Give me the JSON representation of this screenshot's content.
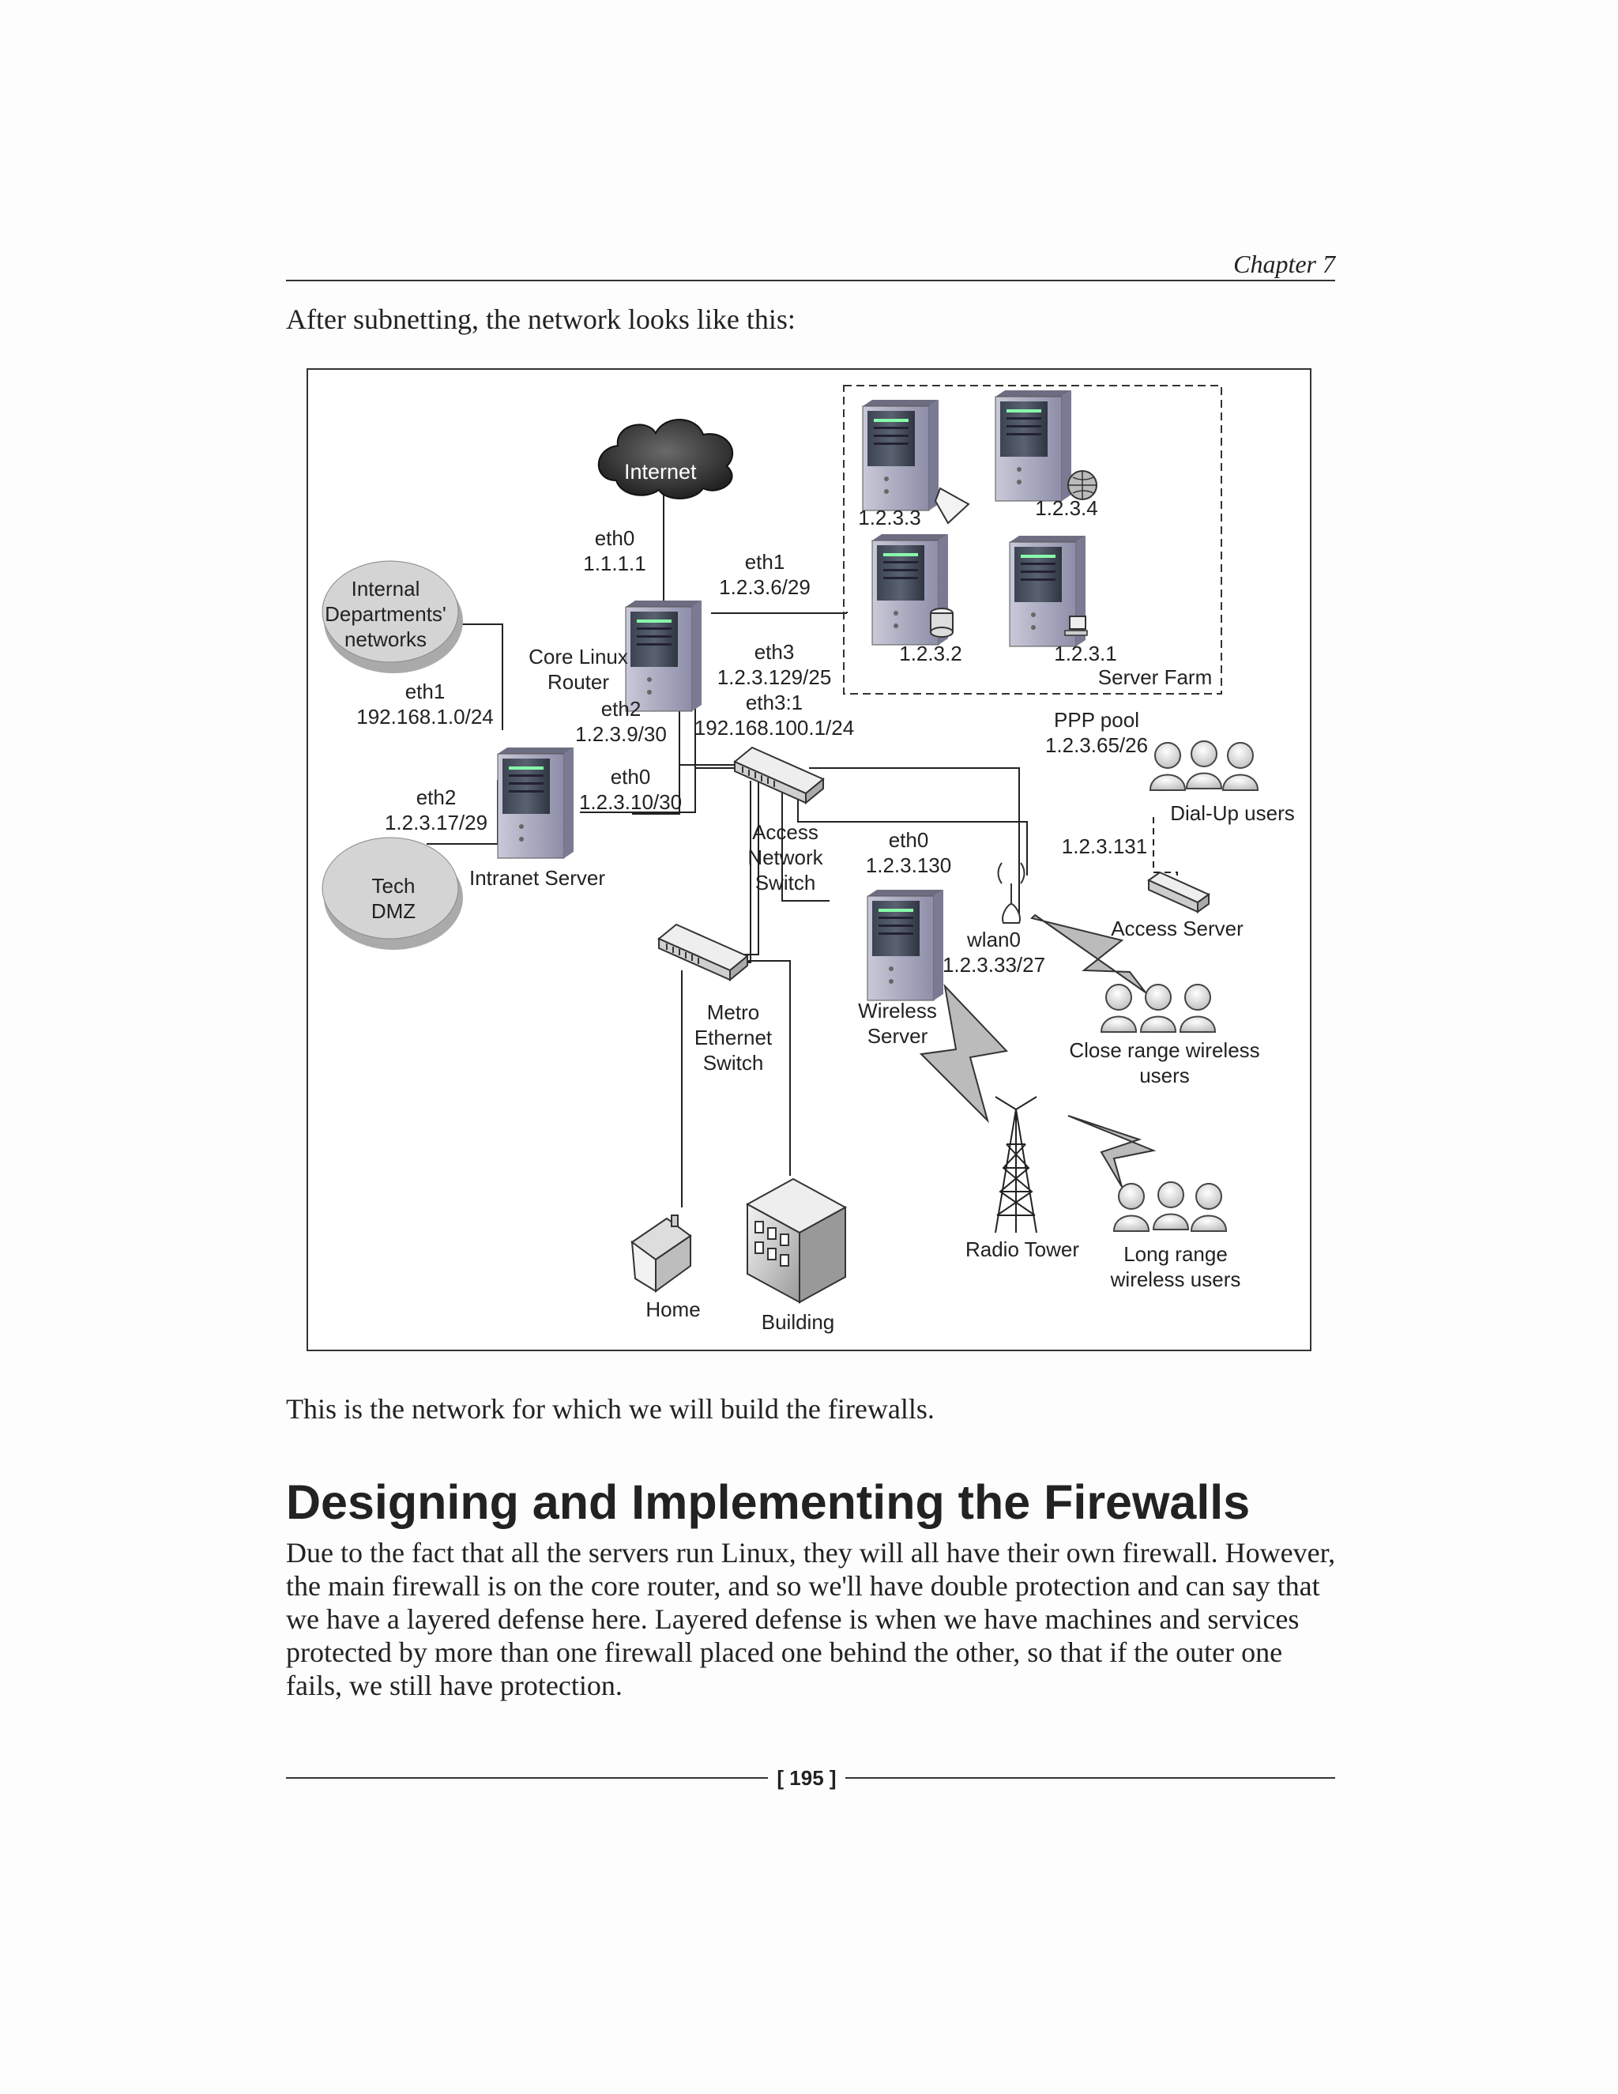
{
  "header": {
    "chapter": "Chapter 7"
  },
  "intro_text": "After subnetting, the network looks like this:",
  "diagram": {
    "internet": "Internet",
    "internal_dept": [
      "Internal",
      "Departments'",
      "networks"
    ],
    "tech_dmz": [
      "Tech",
      "DMZ"
    ],
    "eth0_core": "eth0",
    "eth0_core_ip": "1.1.1.1",
    "eth1_core": "eth1",
    "eth1_core_ip": "1.2.3.6/29",
    "core_router": [
      "Core Linux",
      "Router"
    ],
    "eth3": "eth3",
    "eth3_ip": "1.2.3.129/25",
    "eth3_1": "eth3:1",
    "eth3_1_ip": "192.168.100.1/24",
    "eth2_core": "eth2",
    "eth2_core_ip": "1.2.3.9/30",
    "eth0_intranet": "eth0",
    "eth0_intranet_ip": "1.2.3.10/30",
    "eth1_intranet": "eth1",
    "eth1_intranet_ip": "192.168.1.0/24",
    "eth2_intranet": "eth2",
    "eth2_intranet_ip": "1.2.3.17/29",
    "intranet_server": "Intranet Server",
    "server_farm": "Server Farm",
    "srv1": "1.2.3.3",
    "srv2": "1.2.3.4",
    "srv3": "1.2.3.2",
    "srv4": "1.2.3.1",
    "ppp_pool": "PPP pool",
    "ppp_pool_ip": "1.2.3.65/26",
    "dialup_users": "Dial-Up users",
    "access_server_ip": "1.2.3.131",
    "access_server": "Access Server",
    "access_switch": [
      "Access",
      "Network",
      "Switch"
    ],
    "eth0_wireless": "eth0",
    "eth0_wireless_ip": "1.2.3.130",
    "wlan0": "wlan0",
    "wlan0_ip": "1.2.3.33/27",
    "wireless_server": [
      "Wireless",
      "Server"
    ],
    "close_users": [
      "Close range wireless",
      "users"
    ],
    "metro_switch": [
      "Metro",
      "Ethernet",
      "Switch"
    ],
    "radio_tower": "Radio Tower",
    "long_users": [
      "Long range",
      "wireless users"
    ],
    "home": "Home",
    "building": "Building"
  },
  "outro_text": "This is the network for which we will build the firewalls.",
  "heading": "Designing and Implementing the Firewalls",
  "body_text": "Due to the fact that all the servers run Linux, they will all have their own firewall. However, the main firewall is on the core router, and so we'll have double protection and can say that we have a layered defense here. Layered defense is when we have machines and services protected by more than one firewall placed one behind the other, so that if the outer one fails, we still have protection.",
  "footer": {
    "page": "[ 195 ]"
  }
}
